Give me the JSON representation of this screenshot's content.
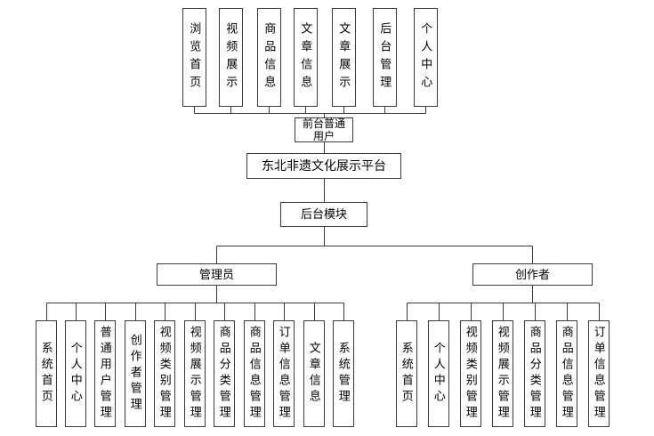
{
  "diagram": {
    "top_nodes": [
      "浏览首页",
      "视频展示",
      "商品信息",
      "文章信息",
      "文章展示",
      "后台管理",
      "个人中心"
    ],
    "front_user_label": "前台普通用户",
    "platform_label": "东北非遗文化展示平台",
    "backend_label": "后台模块",
    "admin": {
      "label": "管理员",
      "children": [
        "系统首页",
        "个人中心",
        "普通用户管理",
        "创作者管理",
        "视频类别管理",
        "视频展示管理",
        "商品分类管理",
        "商品信息管理",
        "订单信息管理",
        "文章信息",
        "系统管理"
      ]
    },
    "creator": {
      "label": "创作者",
      "children": [
        "系统首页",
        "个人中心",
        "视频类别管理",
        "视频展示管理",
        "商品分类管理",
        "商品信息管理",
        "订单信息管理"
      ]
    }
  }
}
